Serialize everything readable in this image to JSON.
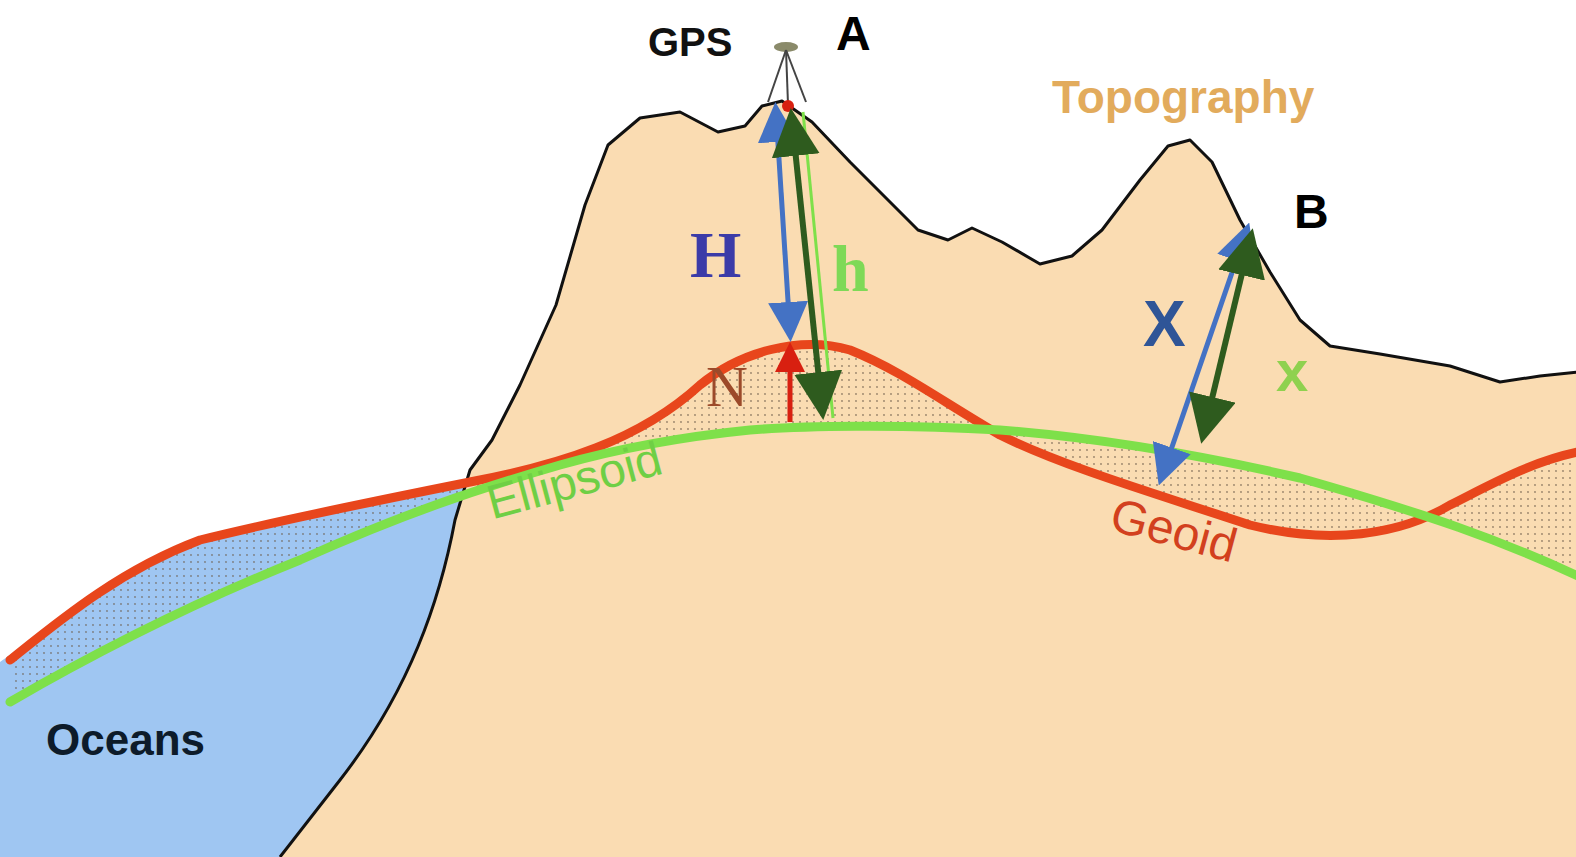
{
  "diagram": {
    "labels": [
      "GPS",
      "A",
      "Topography",
      "B",
      "H",
      "h",
      "X",
      "x",
      "N",
      "Ellipsoid",
      "Geoid",
      "Oceans"
    ]
  }
}
